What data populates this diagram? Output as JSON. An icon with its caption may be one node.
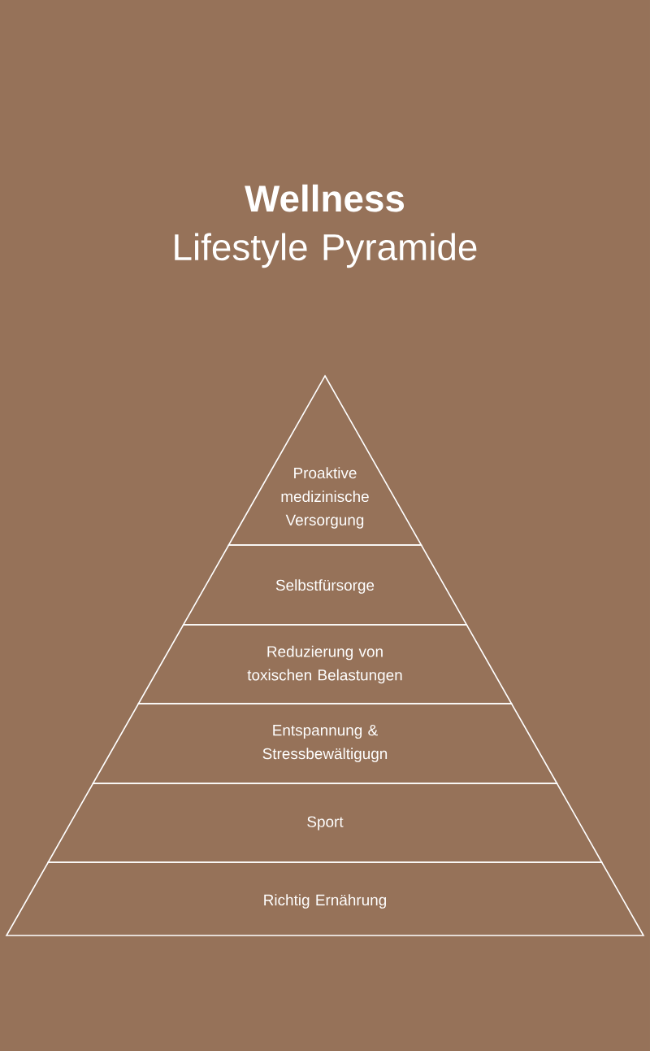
{
  "diagram": {
    "title": "**Wellness** Lifestyle Pyramide",
    "nodes": [
      {
        "text": [
          "Proaktive medizinische Versorgung"
        ]
      },
      {
        "text": [
          "Selbstfürsorge"
        ]
      },
      {
        "text": [
          "Reduzierung von toxischen Belastungen"
        ]
      },
      {
        "text": [
          "Entspannung & Stressbewältigugn"
        ]
      },
      {
        "text": [
          "Sport"
        ]
      },
      {
        "text": [
          "Richtig Ernährung"
        ]
      }
    ]
  }
}
